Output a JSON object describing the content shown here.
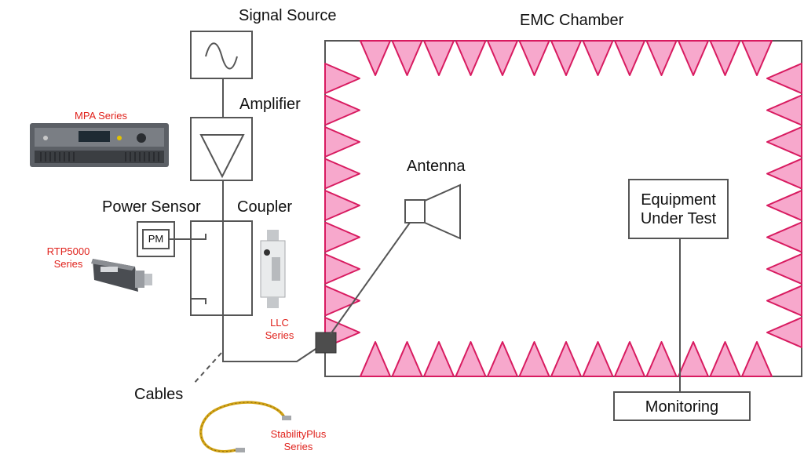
{
  "labels": {
    "signal_source": "Signal Source",
    "amplifier": "Amplifier",
    "power_sensor": "Power Sensor",
    "coupler": "Coupler",
    "antenna": "Antenna",
    "emc_chamber": "EMC Chamber",
    "cables": "Cables",
    "monitoring": "Monitoring",
    "pm": "PM",
    "eut_line1": "Equipment",
    "eut_line2": "Under Test"
  },
  "products": {
    "mpa": "MPA Series",
    "rtp_line1": "RTP5000",
    "rtp_line2": "Series",
    "llc_line1": "LLC",
    "llc_line2": "Series",
    "stability_line1": "StabilityPlus",
    "stability_line2": "Series"
  },
  "colors": {
    "absorber_fill": "#f7a8cc",
    "absorber_stroke": "#d81b60",
    "line": "#555555",
    "product_label": "#e0221c"
  },
  "icons": [
    "sine-wave-icon",
    "amplifier-triangle-icon",
    "horn-antenna-icon",
    "feedthrough-icon"
  ]
}
